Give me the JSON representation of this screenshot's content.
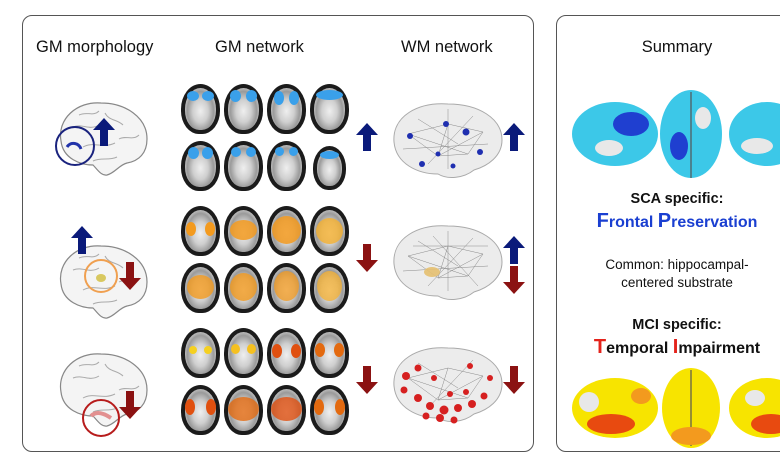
{
  "columns": {
    "gm_morphology": "GM morphology",
    "gm_network": "GM network",
    "wm_network": "WM network"
  },
  "summary": {
    "title": "Summary",
    "sca_title": "SCA specific:",
    "sca_cap1": "F",
    "sca_rest1": "rontal ",
    "sca_cap2": "P",
    "sca_rest2": "reservation",
    "common_line1": "Common: hippocampal-",
    "common_line2": "centered substrate",
    "mci_title": "MCI specific:",
    "mci_cap1": "T",
    "mci_rest1": "emporal ",
    "mci_cap2": "I",
    "mci_rest2": "mpairment"
  },
  "rows": [
    {
      "gm_morphology_arrows": [
        "up"
      ],
      "gm_network_arrow": "up",
      "wm_network_arrows": [
        "up"
      ],
      "highlight": "#1a237e"
    },
    {
      "gm_morphology_arrows": [
        "up",
        "down"
      ],
      "gm_network_arrow": "down",
      "wm_network_arrows": [
        "up",
        "down"
      ],
      "highlight": "#f0a050"
    },
    {
      "gm_morphology_arrows": [
        "down"
      ],
      "gm_network_arrow": "down",
      "wm_network_arrows": [
        "down"
      ],
      "highlight": "#b71c1c"
    }
  ],
  "colors": {
    "up_arrow": "#0a1a7a",
    "down_arrow": "#8b1212",
    "blue_activation": "#3aa0ea",
    "orange_activation": "#f39a1e",
    "red_node": "#d62020",
    "blue_node": "#1f2fb0"
  }
}
